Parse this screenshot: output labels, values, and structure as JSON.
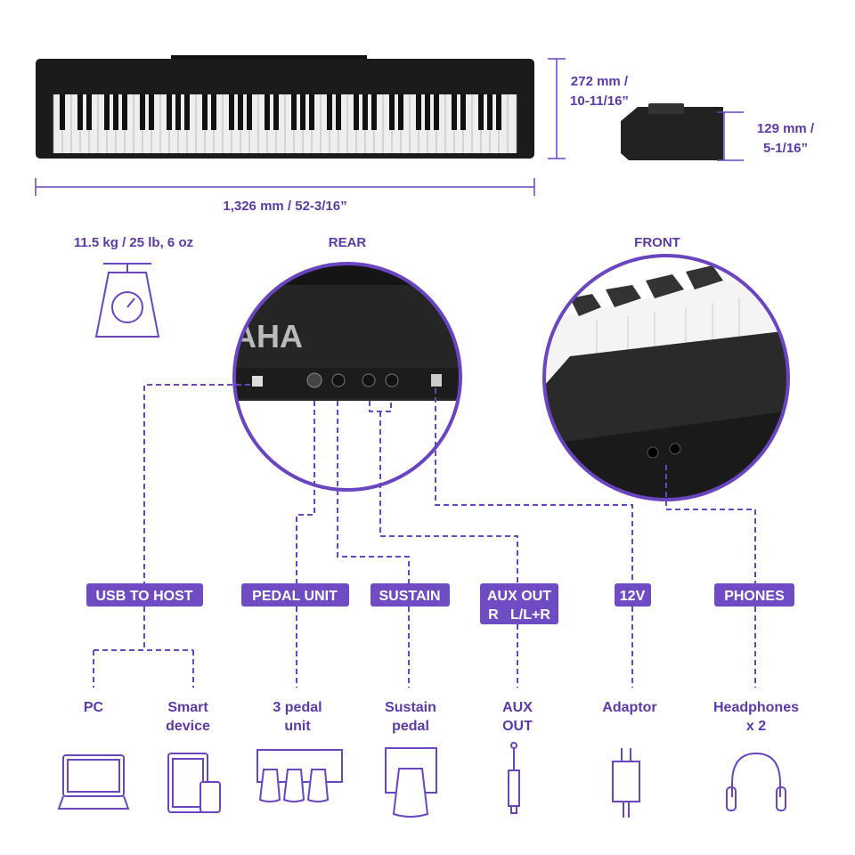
{
  "colors": {
    "accent": "#6a45c2",
    "badge": "#6f4bc4",
    "text": "#5b3aa8"
  },
  "dimensions": {
    "width": "1,326 mm / 52-3/16”",
    "height_line1": "272 mm /",
    "height_line2": "10-11/16”",
    "depth_line1": "129 mm /",
    "depth_line2": "5-1/16”",
    "weight": "11.5 kg / 25 lb, 6 oz"
  },
  "views": {
    "rear": "REAR",
    "front": "FRONT",
    "rear_logo": "AHA"
  },
  "badges": {
    "usb": "USB TO HOST",
    "pedal": "PEDAL UNIT",
    "sustain": "SUSTAIN",
    "aux_line1": "AUX OUT",
    "aux_line2": "R   L/L+R",
    "power": "12V",
    "phones": "PHONES"
  },
  "devices": {
    "pc": "PC",
    "smart_1": "Smart",
    "smart_2": "device",
    "pedal_1": "3 pedal",
    "pedal_2": "unit",
    "sustain_1": "Sustain",
    "sustain_2": "pedal",
    "aux_1": "AUX",
    "aux_2": "OUT",
    "adaptor": "Adaptor",
    "headphones_1": "Headphones",
    "headphones_2": "x 2"
  }
}
